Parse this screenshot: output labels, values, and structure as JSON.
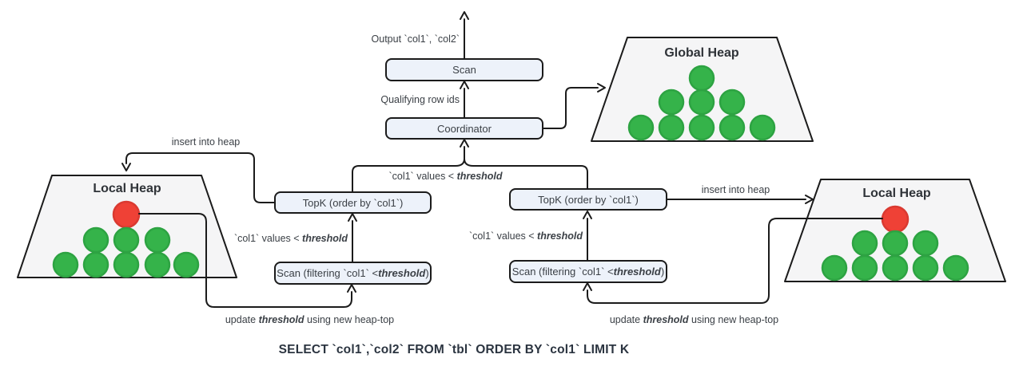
{
  "colors": {
    "box_fill": "#edf2fa",
    "box_border": "#1b1b1b",
    "heap_fill": "#f5f5f6",
    "heap_border": "#1b1b1b",
    "green_node": "#35b34a",
    "green_node_border": "#2da342",
    "red_node": "#ef4136",
    "red_node_border": "#da3a31",
    "line": "#1b1b1b",
    "text": "#3b4046"
  },
  "coordinator_column": {
    "output_label": "Output `col1`, `col2`",
    "scan_box": "Scan",
    "qualifying_label": "Qualifying row ids",
    "coordinator_box": "Coordinator",
    "values_label": {
      "pre": "`col1` values < ",
      "em": "threshold",
      "post": ""
    }
  },
  "global_heap": {
    "title": "Global Heap",
    "nodes": {
      "red": 0,
      "green": 9
    }
  },
  "left_worker": {
    "heap_title": "Local Heap",
    "nodes": {
      "red": 1,
      "green": 8
    },
    "insert_label": "insert into heap",
    "topk_box": "TopK (order by `col1`)",
    "values_label": {
      "pre": "`col1` values < ",
      "em": "threshold",
      "post": ""
    },
    "scan_box": {
      "pre": "Scan (filtering `col1` < ",
      "em": "threshold",
      "post": ")"
    },
    "update_label": {
      "pre": "update ",
      "em": "threshold",
      "post": " using new heap-top"
    }
  },
  "right_worker": {
    "heap_title": "Local Heap",
    "nodes": {
      "red": 1,
      "green": 8
    },
    "insert_label": "insert into heap",
    "topk_box": "TopK (order by `col1`)",
    "values_label": {
      "pre": "`col1` values < ",
      "em": "threshold",
      "post": ""
    },
    "scan_box": {
      "pre": "Scan (filtering `col1` < ",
      "em": "threshold",
      "post": ")"
    },
    "update_label": {
      "pre": "update ",
      "em": "threshold",
      "post": " using new heap-top"
    }
  },
  "query": "SELECT `col1`,`col2` FROM `tbl` ORDER BY `col1` LIMIT K"
}
